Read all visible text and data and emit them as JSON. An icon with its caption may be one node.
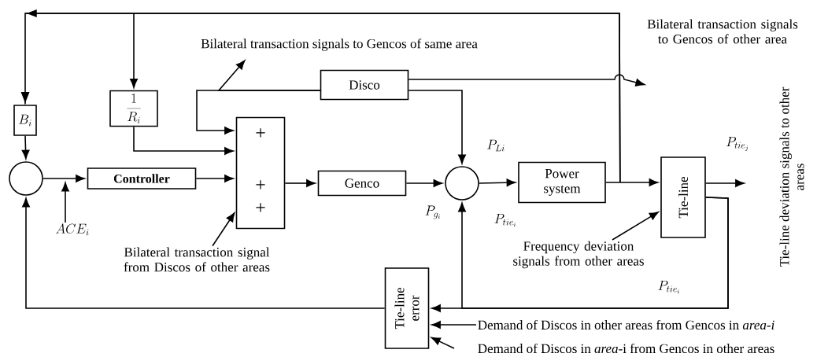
{
  "diagram": {
    "nodes": [
      {
        "text": [],
        "shape": "circle"
      },
      {
        "text": [
          "B_{i}"
        ]
      },
      {
        "text": [
          "\\frac{1}{R_{i}}"
        ]
      },
      {
        "text": [
          "Controller"
        ]
      },
      {
        "text": [
          "+",
          "+",
          "+"
        ]
      },
      {
        "text": [
          "Disco"
        ]
      },
      {
        "text": [
          "Genco"
        ]
      },
      {
        "text": [],
        "shape": "circle"
      },
      {
        "text": [
          "Power system"
        ]
      },
      {
        "text": [
          "Tie-line"
        ]
      },
      {
        "text": [
          "Tie-line error"
        ]
      },
      {
        "text": [
          "Bilateral transaction signals to Gencos of same area"
        ]
      },
      {
        "text": [
          "Bilateral transaction signals to Gencos of other area"
        ]
      },
      {
        "text": [
          "Bilateral transaction signal from Discos of other areas"
        ]
      },
      {
        "text": [
          "Frequency deviation signals from other areas"
        ]
      },
      {
        "text": [
          "Tie-line deviation signals to other areas"
        ]
      },
      {
        "text": [
          "Demand of Discos in other areas from Gencos in *area-i*"
        ]
      },
      {
        "text": [
          "Demand of Discos in *area*-i from Gencos in other areas"
        ]
      },
      {
        "text": [
          "ACE_{i}"
        ]
      }
    ],
    "edges": [
      {
        "from": 0,
        "to": 3,
        "arrow": "to"
      },
      {
        "from": 3,
        "to": 4,
        "arrow": "to"
      },
      {
        "from": 1,
        "to": 0,
        "arrow": "to"
      },
      {
        "from": 2,
        "to": 4,
        "arrow": "to"
      },
      {
        "from": 4,
        "to": 6,
        "arrow": "to"
      },
      {
        "from": 6,
        "to": 7,
        "arrow": "to"
      },
      {
        "from": 7,
        "to": 8,
        "arrow": "to"
      },
      {
        "from": 8,
        "to": 9,
        "arrow": "to"
      },
      {
        "from": 9,
        "to": 15,
        "arrow": "to"
      },
      {
        "from": 8,
        "to": 1,
        "arrow": "to"
      },
      {
        "from": 8,
        "to": 2,
        "arrow": "to"
      },
      {
        "from": 9,
        "to": 10,
        "arrow": "to"
      },
      {
        "from": 9,
        "to": 7,
        "arrow": "to"
      },
      {
        "from": 10,
        "to": 0,
        "arrow": "to"
      },
      {
        "from": 5,
        "to": 4,
        "arrow": "to"
      },
      {
        "from": 5,
        "to": 11,
        "arrow": "to"
      },
      {
        "from": 5,
        "to": 12,
        "arrow": "to"
      },
      {
        "from": 5,
        "to": 7,
        "arrow": "to"
      },
      {
        "from": 13,
        "to": 4,
        "arrow": "to"
      },
      {
        "from": 14,
        "to": 9,
        "arrow": "to"
      },
      {
        "from": 16,
        "to": 10,
        "arrow": "to"
      },
      {
        "from": 17,
        "to": 10,
        "arrow": "to"
      },
      {
        "from": 18,
        "to": null,
        "arrow": "to"
      }
    ],
    "labels": [
      "P_{Li}",
      "P_{g_{i}}",
      "P_{tie_{i}}",
      "P_{tie_{j}}",
      "P_{tie_{i}}"
    ]
  }
}
